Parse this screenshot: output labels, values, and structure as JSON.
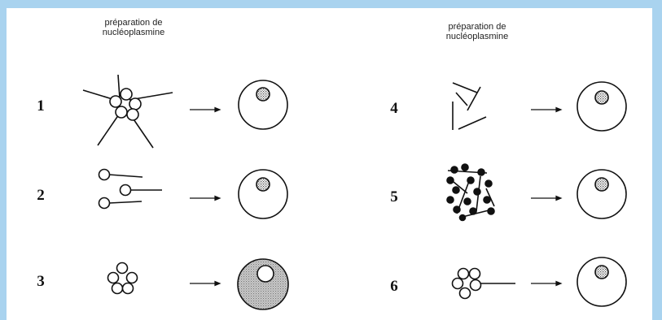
{
  "headers": [
    {
      "line1": "préparation de",
      "line2": "nucléoplasmine"
    },
    {
      "line1": "préparation de",
      "line2": "nucléoplasmine"
    }
  ],
  "rows": [
    {
      "number": "1",
      "structure": "pentamer-with-tails-icon",
      "result": "nucleus-dark-nucleolus"
    },
    {
      "number": "2",
      "structure": "monomers-with-tails-icon",
      "result": "nucleus-dark-nucleolus"
    },
    {
      "number": "3",
      "structure": "pentamer-no-tails-icon",
      "result": "nucleus-filled-stippled"
    },
    {
      "number": "4",
      "structure": "free-tails-icon",
      "result": "nucleus-dark-nucleolus"
    },
    {
      "number": "5",
      "structure": "tails-with-beads-icon",
      "result": "nucleus-dark-nucleolus"
    },
    {
      "number": "6",
      "structure": "pentamer-single-tail-icon",
      "result": "nucleus-dark-nucleolus"
    }
  ],
  "colors": {
    "frame": "#a9d3ef",
    "ink": "#111111",
    "stipple": "#9a9a9a"
  }
}
